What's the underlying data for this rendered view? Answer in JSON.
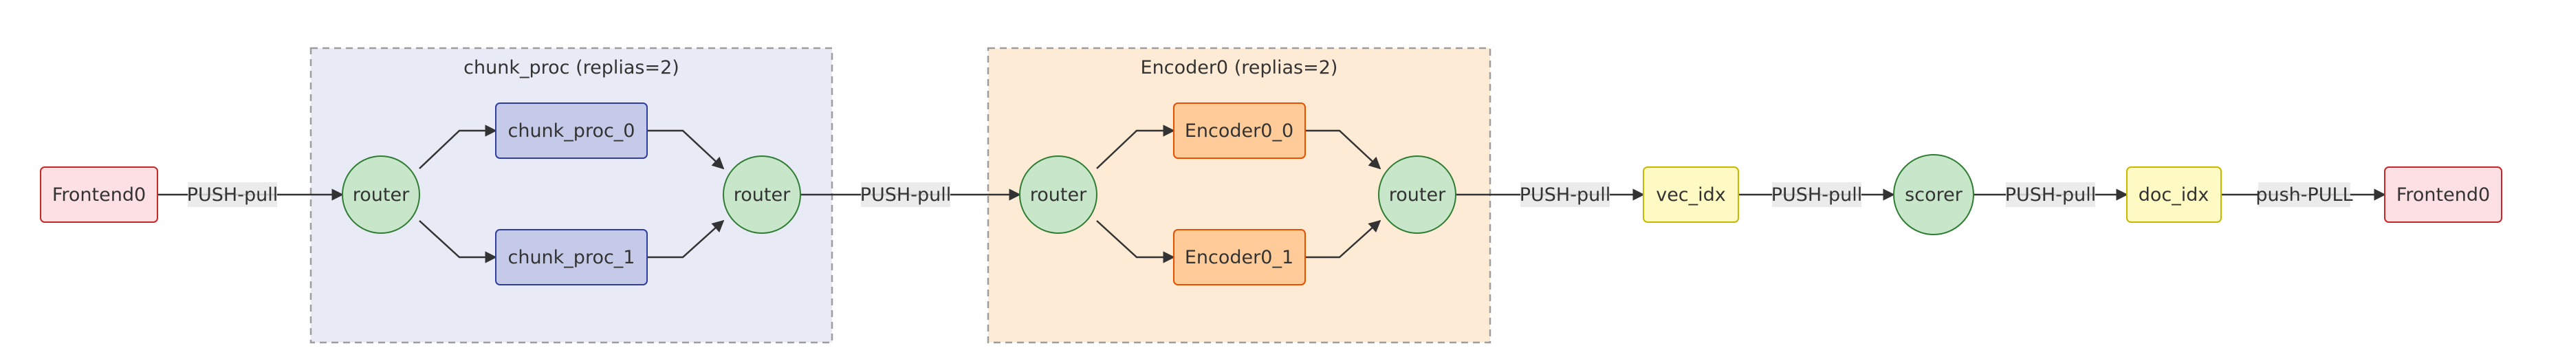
{
  "groups": {
    "chunk_proc": {
      "title": "chunk_proc (replias=2)",
      "fill": "#e8eaf6",
      "stroke": "#9e9e9e"
    },
    "encoder": {
      "title": "Encoder0 (replias=2)",
      "fill": "#fdebd6",
      "stroke": "#9e9e9e"
    }
  },
  "nodes": {
    "frontend_in": "Frontend0",
    "router_1": "router",
    "chunk_proc_0": "chunk_proc_0",
    "chunk_proc_1": "chunk_proc_1",
    "router_2": "router",
    "router_3": "router",
    "encoder0_0": "Encoder0_0",
    "encoder0_1": "Encoder0_1",
    "router_4": "router",
    "vec_idx": "vec_idx",
    "scorer": "scorer",
    "doc_idx": "doc_idx",
    "frontend_out": "Frontend0"
  },
  "edges": {
    "e1": "PUSH-pull",
    "e2": "PUSH-pull",
    "e3": "PUSH-pull",
    "e4": "PUSH-pull",
    "e5": "PUSH-pull",
    "e6": "push-PULL"
  },
  "colors": {
    "frontend_fill": "#fde0e4",
    "frontend_stroke": "#c62828",
    "router_fill": "#c8e6c9",
    "router_stroke": "#2e7d32",
    "chunk_fill": "#c5cae9",
    "chunk_stroke": "#303f9f",
    "encoder_fill": "#ffcc99",
    "encoder_stroke": "#e65100",
    "idx_fill": "#fff9c4",
    "idx_stroke": "#c8b900",
    "edge": "#333333"
  }
}
